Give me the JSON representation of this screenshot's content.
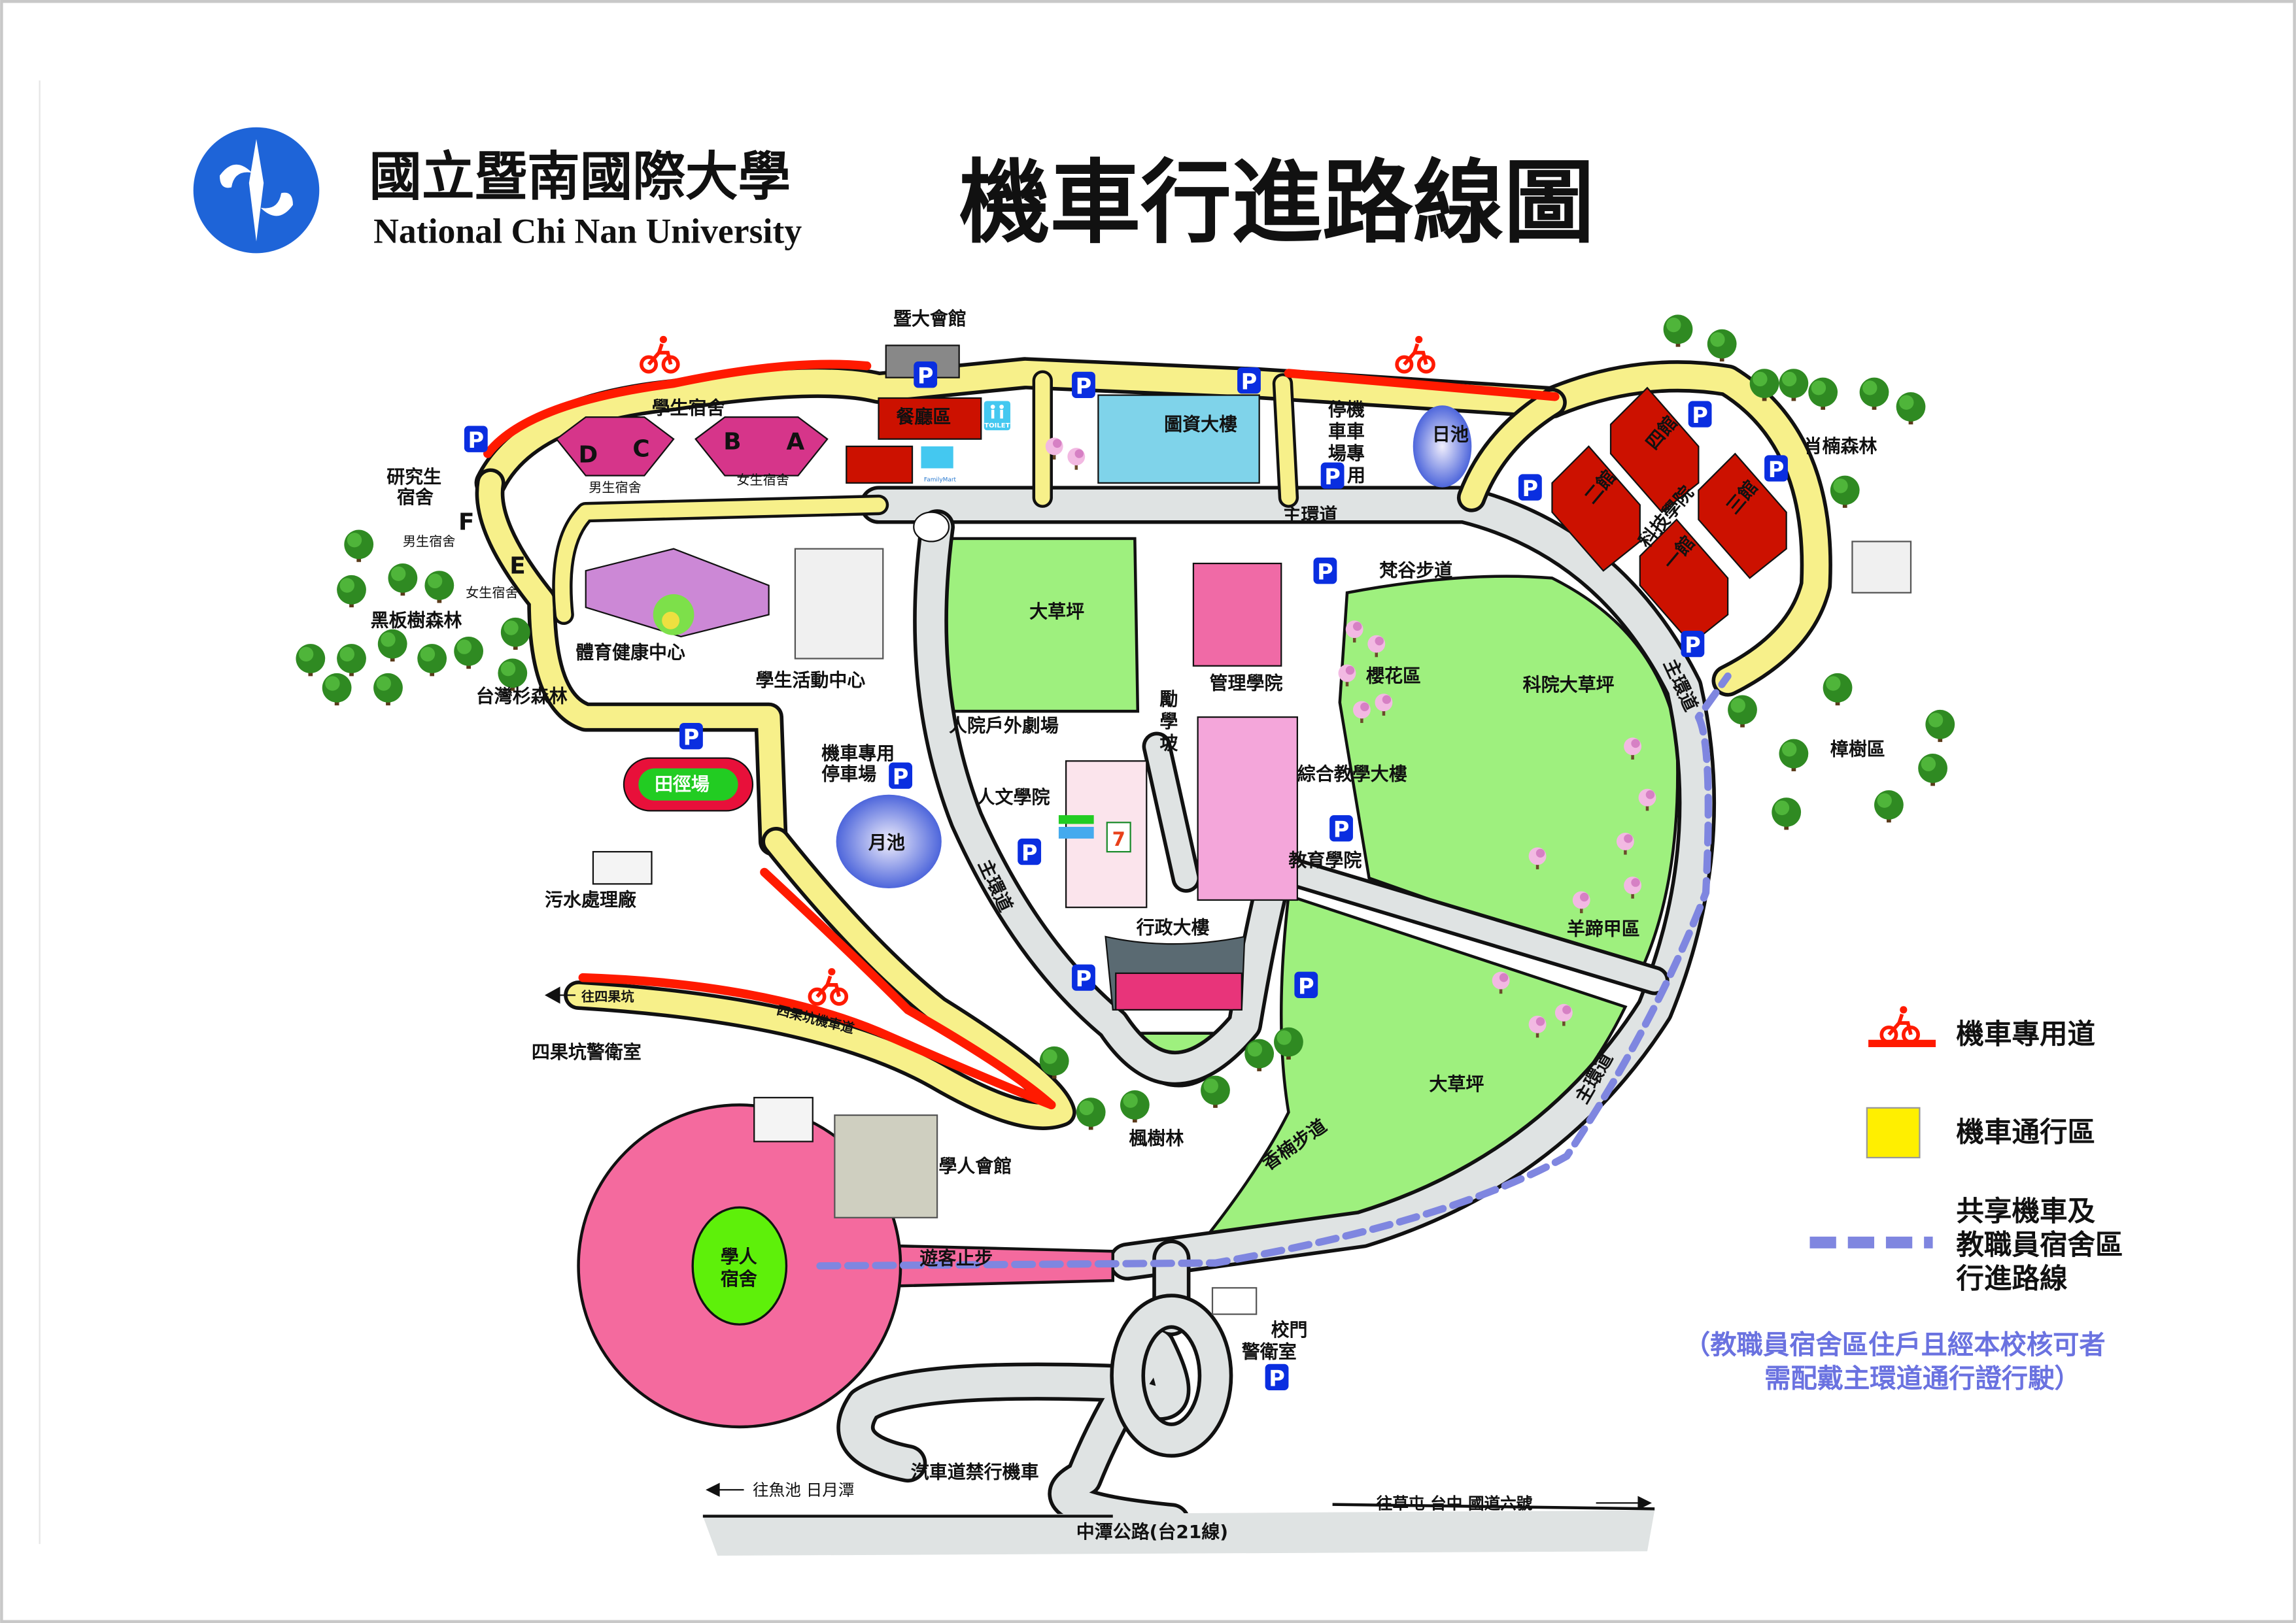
{
  "header": {
    "university_zh": "國立暨南國際大學",
    "university_en": "National Chi Nan University",
    "title": "機車行進路線圖"
  },
  "places": {
    "alumni_hall": "暨大會館",
    "student_dorm": "學生宿舍",
    "dorm_d": "D",
    "dorm_c": "C",
    "dorm_b": "B",
    "dorm_a": "A",
    "male_dorm": "男生宿舍",
    "female_dorm": "女生宿舍",
    "dining": "餐廳區",
    "library": "圖資大樓",
    "moto_parking_v": [
      "停機",
      "車車",
      "場專",
      "用"
    ],
    "sun_pond": "日池",
    "xiaonan_forest": "肖楠森林",
    "grad_dorm": [
      "研究生",
      "宿舍"
    ],
    "dorm_f": "F",
    "dorm_e": "E",
    "grad_male": "男生宿舍",
    "grad_female": "女生宿舍",
    "heiban_forest": "黑板樹森林",
    "taiwania_forest": "台灣杉森林",
    "sports_center": "體育健康中心",
    "activity_center": "學生活動中心",
    "big_lawn": "大草坪",
    "management": "管理學院",
    "fangu_trail": "梵谷步道",
    "sakura": "櫻花區",
    "sci_lawn": "科院大草坪",
    "sci_college": "科技學院",
    "hall_1": "一館",
    "hall_2": "二館",
    "hall_3": "三館",
    "hall_4": "四館",
    "camphor": "樟樹區",
    "track": "田徑場",
    "moto_parking": [
      "機車專用",
      "停車場"
    ],
    "moon_pond": "月池",
    "theater": "人院戶外劇場",
    "liberal_arts": "人文學院",
    "lixue_slope": [
      "勵",
      "學",
      "坡"
    ],
    "general_building": "綜合教學大樓",
    "education": "教育學院",
    "yangti": "羊蹄甲區",
    "admin": "行政大樓",
    "sewage": "污水處理廠",
    "sgk_guard": "四果坑警衛室",
    "maple": "楓樹林",
    "scholar_hall": "學人會館",
    "scholar_dorm": [
      "學人",
      "宿舍"
    ],
    "big_lawn_2": "大草坪",
    "gate_guard": [
      "校門",
      "警衛室"
    ],
    "familymart": "FamilyMart",
    "toilet": "TOILET"
  },
  "roads": {
    "main_ring_1": "主環道",
    "main_ring_2": "主環道",
    "main_ring_3": "主環道",
    "main_ring_4": "主環道",
    "sgk_moto_road": "四果坑機車道",
    "to_sgk": "往四果坑",
    "no_moto": "汽車道禁行機車",
    "visitor_stop": "遊客止步",
    "xiangnan_trail": "香楠步道",
    "to_yuchi": "往魚池 日月潭",
    "to_caotun": "往草屯 台中 國道六號",
    "zhongtan": "中潭公路(台21線)"
  },
  "legend": {
    "moto_only": "機車專用道",
    "moto_allowed": "機車通行區",
    "shared_route": [
      "共享機車及",
      "教職員宿舍區",
      "行進路線"
    ],
    "note": [
      "（教職員宿舍區住戶且經本校核可者",
      "需配戴主環道通行證行駛）"
    ]
  },
  "colors": {
    "moto_only": "#ff1a00",
    "moto_allowed": "#f7f08a",
    "shared_route": "#7f86e0",
    "main_road": "#dfe3e3",
    "lawn": "#9ef07e",
    "logo": "#1e64d8",
    "parking": "#0a2ee0",
    "building_red": "#cc1100",
    "building_pink": "#f4a6da",
    "dorm_pink": "#d6358a"
  }
}
